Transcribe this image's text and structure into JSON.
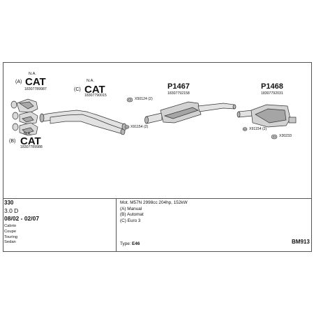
{
  "parts": {
    "cat_a": {
      "variant": "(A)",
      "note": "N.A.",
      "code": "CAT",
      "number": "18307789987"
    },
    "cat_b": {
      "variant": "(B)",
      "note": "N.A.",
      "code": "CAT",
      "number": "18307789988"
    },
    "cat_c": {
      "variant": "(C)",
      "note": "N.A.",
      "code": "CAT",
      "number": "18307790015"
    },
    "p1467": {
      "code": "P1467",
      "number": "18307792158"
    },
    "p1468": {
      "code": "P1468",
      "number": "18307792031"
    }
  },
  "fittings": {
    "x50124": "X50124 (2)",
    "x91154_a": "X91154 (2)",
    "x91154_b": "X91154 (2)",
    "x30233": "X30233"
  },
  "vehicle": {
    "model": "330",
    "engine": "3.0 D",
    "years": "08/02 - 02/07",
    "body_types": [
      "Cabrio",
      "Coupe",
      "Touring",
      "Sedan"
    ]
  },
  "details": {
    "motor": "Mot. M57N 2998cc 204hp, 152kW",
    "variants": [
      "(A) Manual",
      "(B) Automat",
      "(C) Euro 3"
    ],
    "type_label": "Type:",
    "type_value": "E46",
    "kit_code": "BM913"
  },
  "colors": {
    "line": "#333333",
    "part_fill": "#d9d9d9",
    "part_shade": "#9a9a9a",
    "border": "#555555"
  }
}
